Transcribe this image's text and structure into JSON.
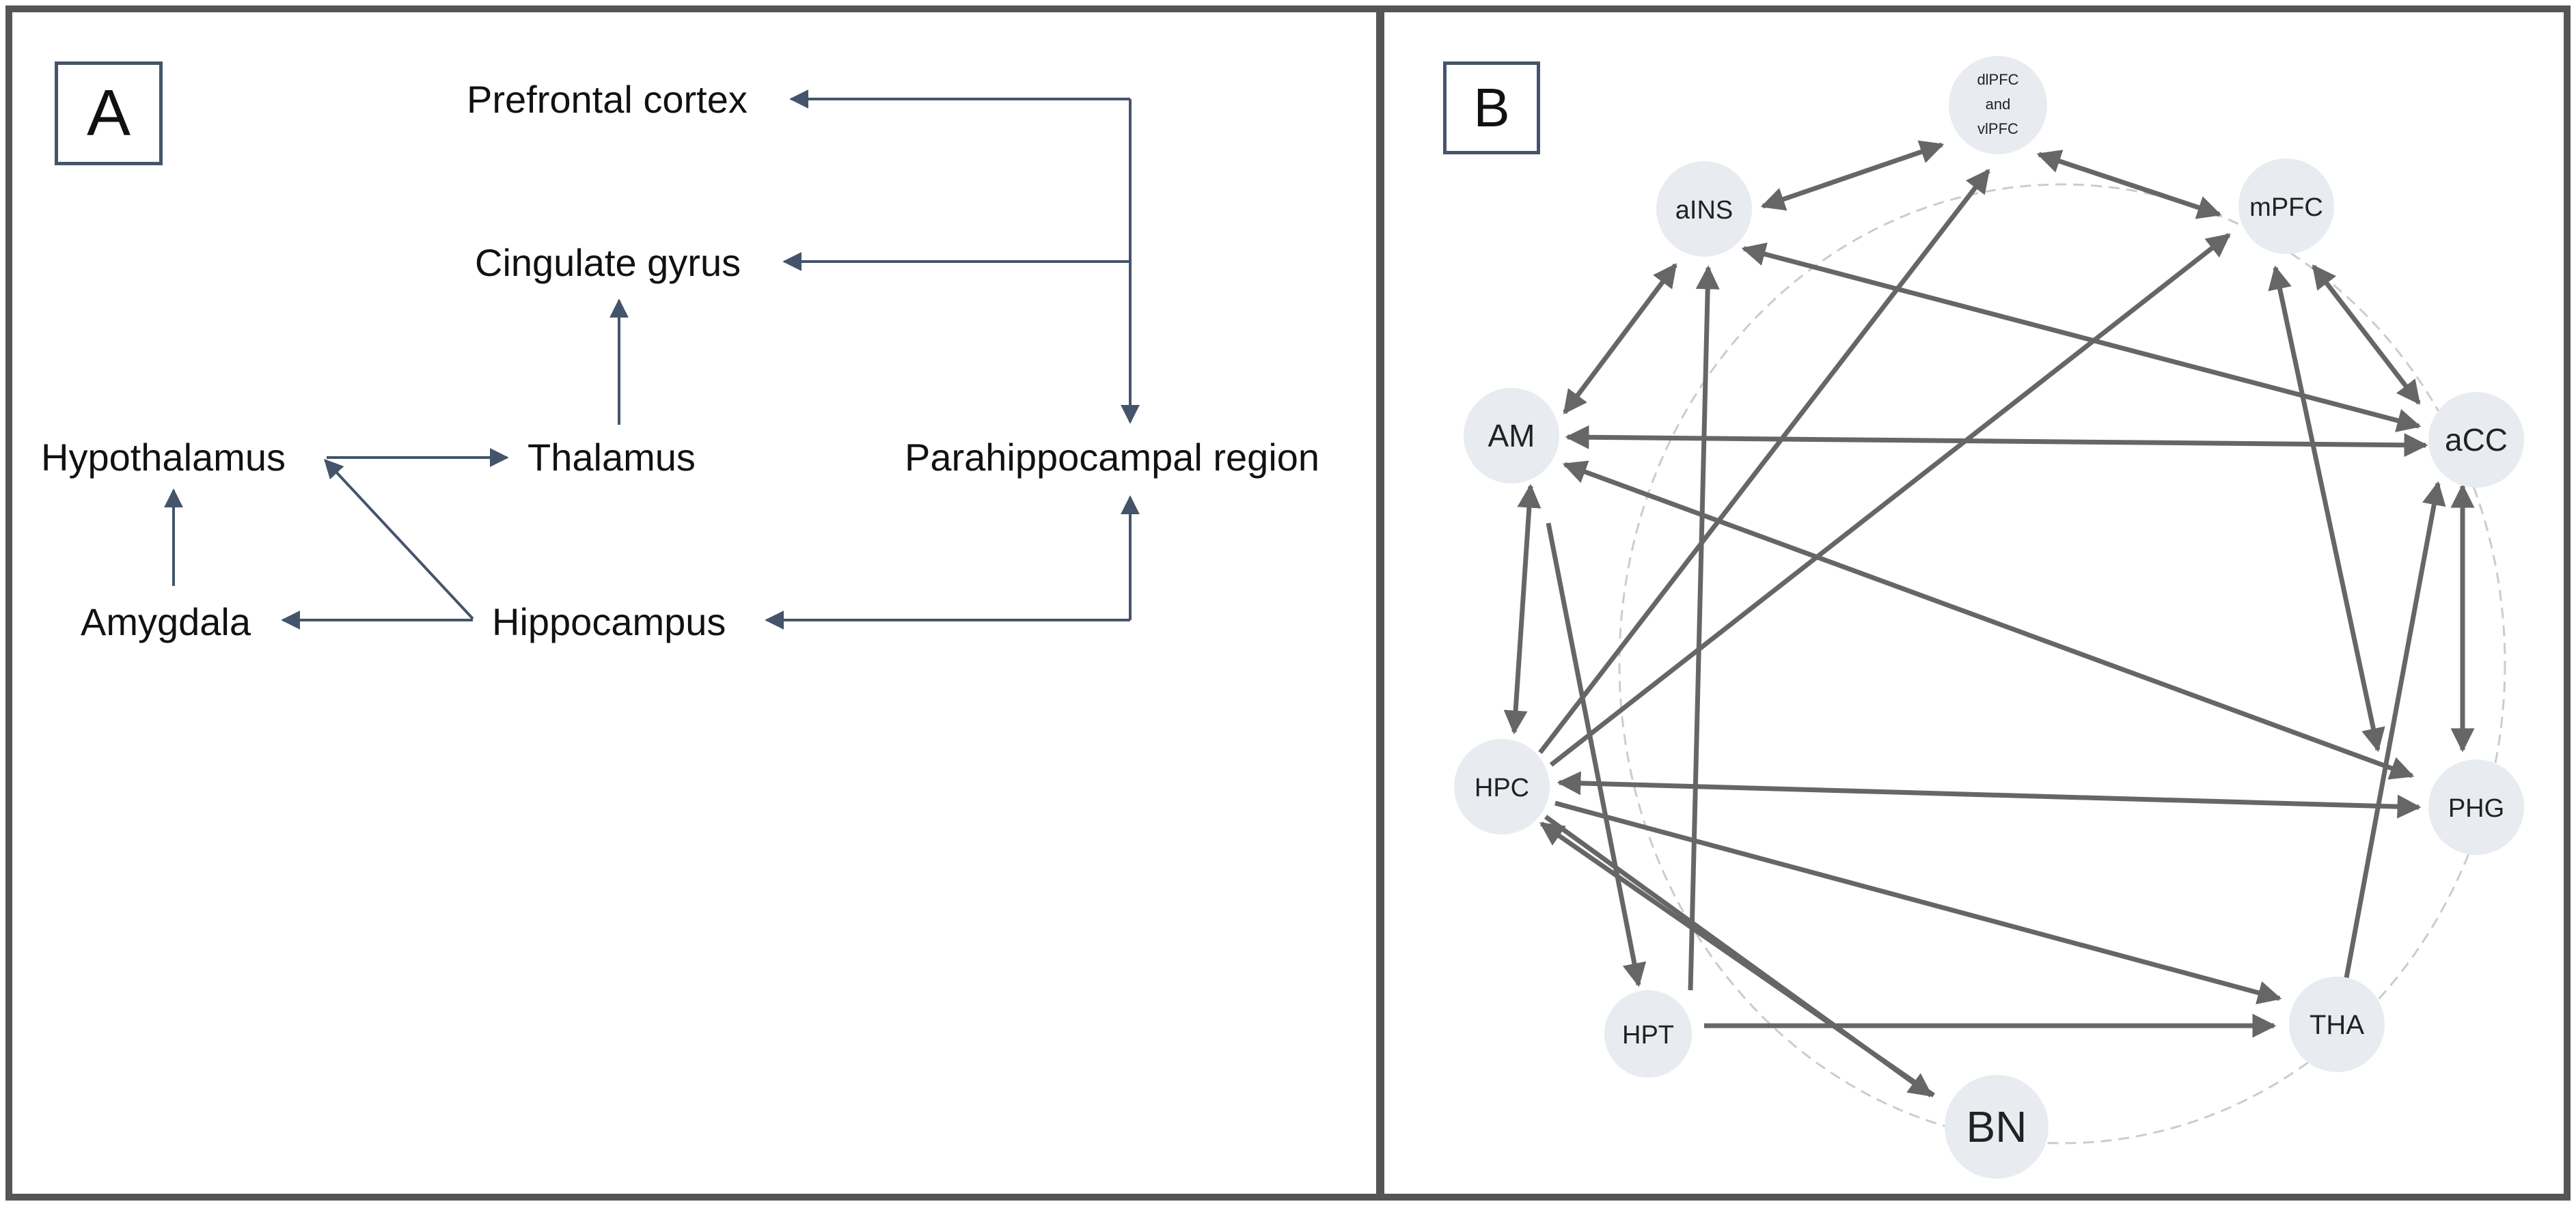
{
  "panel_a": {
    "label": "A",
    "nodes": {
      "prefrontal": "Prefrontal cortex",
      "cingulate": "Cingulate gyrus",
      "hypothalamus": "Hypothalamus",
      "thalamus": "Thalamus",
      "parahippocampal": "Parahippocampal region",
      "amygdala": "Amygdala",
      "hippocampus": "Hippocampus"
    },
    "edge_color": "#44546a"
  },
  "panel_b": {
    "label": "B",
    "nodes": {
      "dlpfc_line1": "dlPFC",
      "dlpfc_line2": "and",
      "dlpfc_line3": "vlPFC",
      "mpfc": "mPFC",
      "ains": "aINS",
      "acc": "aCC",
      "am": "AM",
      "hpc": "HPC",
      "phg": "PHG",
      "hpt": "HPT",
      "tha": "THA",
      "bn": "BN"
    },
    "node_fill": "#e8ebf0",
    "edge_color": "#666666",
    "ring_color": "#cccccc"
  }
}
